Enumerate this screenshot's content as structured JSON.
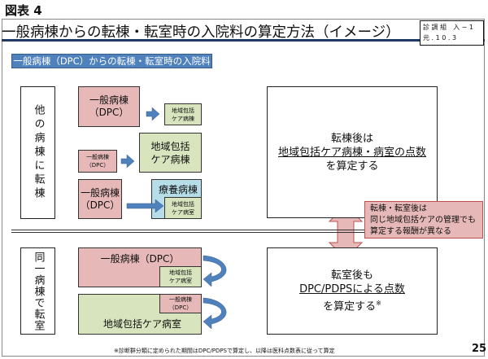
{
  "figure_label": "図表 4",
  "title": "一般病棟からの転棟・転室時の入院料の算定方法（イメージ）",
  "doc_code": {
    "line1": "診 調 組　入 − 1",
    "line2": "元 . 1 0 . 3"
  },
  "banner": "一般病棟（DPC）からの転棟・転室時の入院料",
  "section1": {
    "label": "他の病棟に転棟",
    "rows": [
      {
        "from": "一般病棟\n（DPC）",
        "to": "地域包括\nケア病棟"
      },
      {
        "from": "一般病棟\n（DPC）",
        "to": "地域包括\nケア病棟"
      },
      {
        "from": "一般病棟\n（DPC）",
        "container": "療養病棟",
        "to": "地域包括\nケア病室"
      }
    ],
    "result": {
      "line1": "転棟後は",
      "line2": "地域包括ケア病棟・病室の点数",
      "line3": "を算定する"
    }
  },
  "callout": "転棟・転室後は\n同じ地域包括ケアの管理でも\n算定する報酬が異なる",
  "section2": {
    "label": "同一病棟で転室",
    "rows": [
      {
        "outer": "一般病棟（DPC）",
        "inner": "地域包括\nケア病室"
      },
      {
        "outer": "地域包括ケア病室",
        "inner": "一般病棟\n（DPC）"
      }
    ],
    "result": {
      "line1": "転室後も",
      "line2": "DPC/PDPSによる点数",
      "line3": "を算定する",
      "mark": "※"
    }
  },
  "footnote": "※診断群分類に定められた期間はDPC/PDPSで算定し、以降は医科点数表に従って算定",
  "page_number": "25",
  "colors": {
    "pink": "#e6b9b8",
    "green": "#d7e4bd",
    "blue": "#b7dee8",
    "banner": "#4f81bd",
    "arrow": "#4f81bd",
    "title_rule": "#1f3864"
  }
}
